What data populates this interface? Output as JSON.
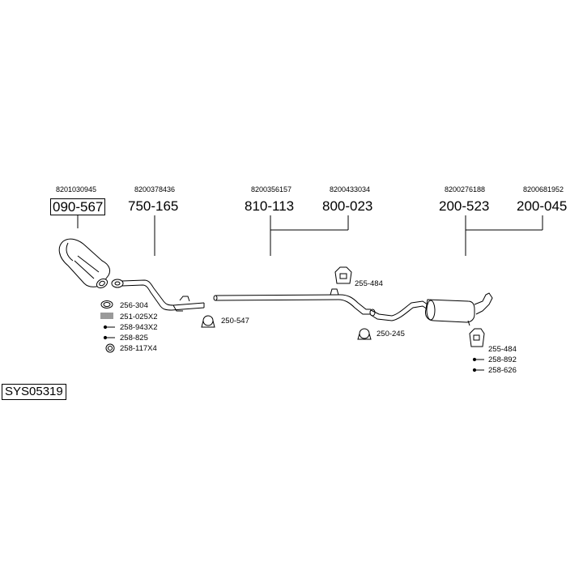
{
  "system_code": "SYS05319",
  "groups": [
    {
      "oe_numbers": [
        "8201030945"
      ],
      "part_numbers": [
        "090-567"
      ],
      "boxed": true
    },
    {
      "oe_numbers": [
        "8200378436"
      ],
      "part_numbers": [
        "750-165"
      ]
    },
    {
      "oe_numbers": [
        "8200356157",
        "8200433034"
      ],
      "part_numbers": [
        "810-113",
        "800-023"
      ]
    },
    {
      "oe_numbers": [
        "8200276188",
        "8200681952"
      ],
      "part_numbers": [
        "200-523",
        "200-045"
      ]
    }
  ],
  "accessories": {
    "front_kit": [
      "256-304",
      "251-025X2",
      "258-943X2",
      "258-825",
      "258-117X4"
    ],
    "clamp_1": "250-547",
    "hanger_1": "255-484",
    "clamp_2": "250-245",
    "rear_kit": [
      "255-484",
      "258-892",
      "258-626"
    ]
  }
}
